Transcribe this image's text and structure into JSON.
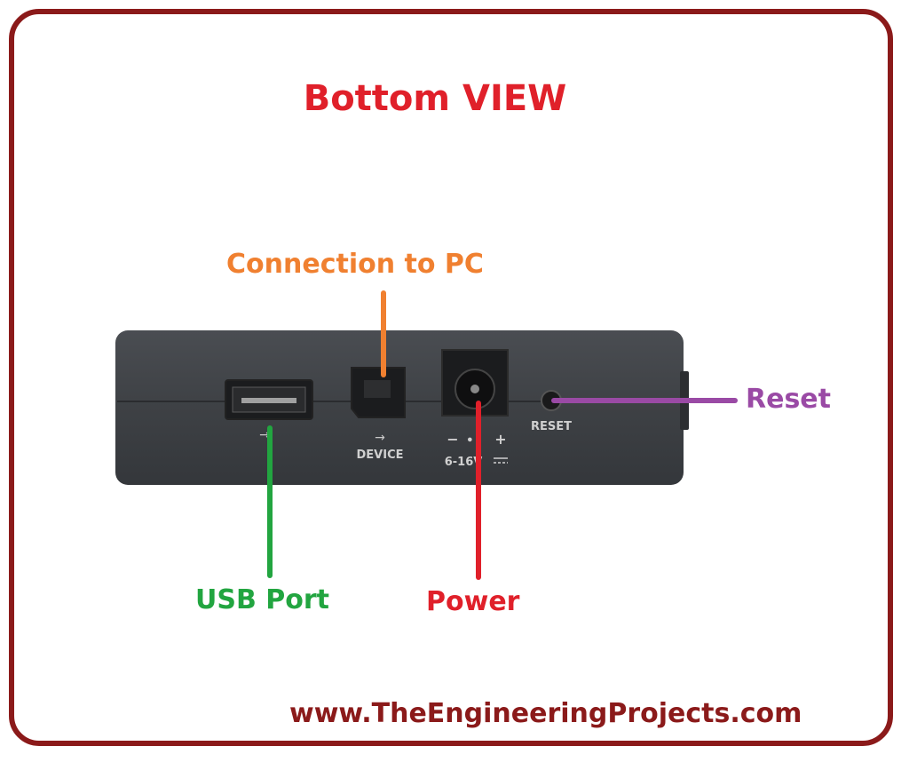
{
  "title": "Bottom VIEW",
  "labels": {
    "connection_to_pc": "Connection to PC",
    "reset": "Reset",
    "usb_port": "USB Port",
    "power": "Power"
  },
  "device_markings": {
    "device": "DEVICE",
    "reset": "RESET",
    "voltage": "6-16V",
    "polarity_minus": "−",
    "polarity_plus": "+"
  },
  "website": "www.TheEngineeringProjects.com",
  "colors": {
    "frame": "#8b1a1a",
    "title": "#e0202a",
    "connection_to_pc": "#f08030",
    "reset": "#9a4aa5",
    "usb_port": "#22a540",
    "power": "#e0202a",
    "website": "#8b1a1a",
    "device_body": "#3d4044"
  }
}
